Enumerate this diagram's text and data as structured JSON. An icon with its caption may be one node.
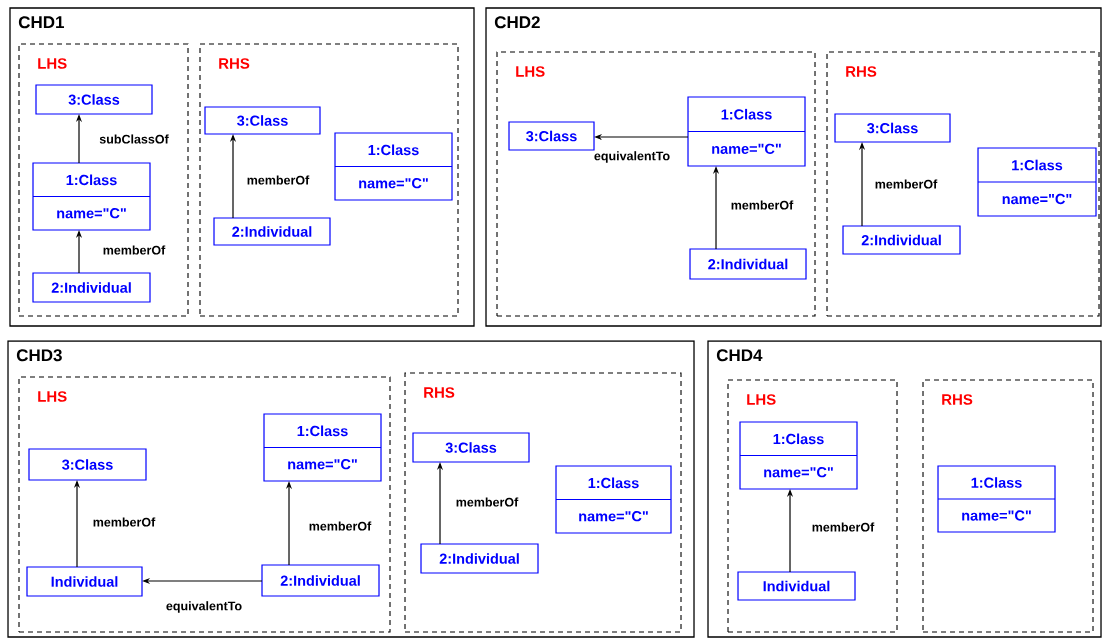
{
  "diagram": {
    "nodes": [
      {
        "text": [
          "CHD1"
        ]
      },
      {
        "text": [
          "LHS"
        ],
        "in": 0
      },
      {
        "text": [
          "3:Class"
        ],
        "in": 1
      },
      {
        "text": [
          "1:Class",
          "name=\"C\""
        ],
        "in": 1
      },
      {
        "text": [
          "2:Individual"
        ],
        "in": 1
      },
      {
        "text": [
          "RHS"
        ],
        "in": 0
      },
      {
        "text": [
          "3:Class"
        ],
        "in": 5
      },
      {
        "text": [
          "1:Class",
          "name=\"C\""
        ],
        "in": 5
      },
      {
        "text": [
          "2:Individual"
        ],
        "in": 5
      },
      {
        "text": [
          "CHD2"
        ]
      },
      {
        "text": [
          "LHS"
        ],
        "in": 9
      },
      {
        "text": [
          "3:Class"
        ],
        "in": 10
      },
      {
        "text": [
          "1:Class",
          "name=\"C\""
        ],
        "in": 10
      },
      {
        "text": [
          "2:Individual"
        ],
        "in": 10
      },
      {
        "text": [
          "RHS"
        ],
        "in": 9
      },
      {
        "text": [
          "3:Class"
        ],
        "in": 14
      },
      {
        "text": [
          "1:Class",
          "name=\"C\""
        ],
        "in": 14
      },
      {
        "text": [
          "2:Individual"
        ],
        "in": 14
      },
      {
        "text": [
          "CHD3"
        ]
      },
      {
        "text": [
          "LHS"
        ],
        "in": 18
      },
      {
        "text": [
          "3:Class"
        ],
        "in": 19
      },
      {
        "text": [
          "1:Class",
          "name=\"C\""
        ],
        "in": 19
      },
      {
        "text": [
          "Individual"
        ],
        "in": 19
      },
      {
        "text": [
          "2:Individual"
        ],
        "in": 19
      },
      {
        "text": [
          "RHS"
        ],
        "in": 18
      },
      {
        "text": [
          "3:Class"
        ],
        "in": 24
      },
      {
        "text": [
          "1:Class",
          "name=\"C\""
        ],
        "in": 24
      },
      {
        "text": [
          "2:Individual"
        ],
        "in": 24
      },
      {
        "text": [
          "CHD4"
        ]
      },
      {
        "text": [
          "LHS"
        ],
        "in": 28
      },
      {
        "text": [
          "1:Class",
          "name=\"C\""
        ],
        "in": 29
      },
      {
        "text": [
          "Individual"
        ],
        "in": 29
      },
      {
        "text": [
          "RHS"
        ],
        "in": 28
      },
      {
        "text": [
          "1:Class",
          "name=\"C\""
        ],
        "in": 32
      }
    ],
    "edges": [
      {
        "from": 3,
        "to": 2,
        "arrow": "to",
        "label": "subClassOf"
      },
      {
        "from": 4,
        "to": 3,
        "arrow": "to",
        "label": "memberOf"
      },
      {
        "from": 8,
        "to": 6,
        "arrow": "to",
        "label": "memberOf"
      },
      {
        "from": 12,
        "to": 11,
        "arrow": "to",
        "label": "equivalentTo"
      },
      {
        "from": 13,
        "to": 12,
        "arrow": "to",
        "label": "memberOf"
      },
      {
        "from": 17,
        "to": 15,
        "arrow": "to",
        "label": "memberOf"
      },
      {
        "from": 22,
        "to": 20,
        "arrow": "to",
        "label": "memberOf"
      },
      {
        "from": 23,
        "to": 21,
        "arrow": "to",
        "label": "memberOf"
      },
      {
        "from": 23,
        "to": 22,
        "arrow": "to",
        "label": "equivalentTo"
      },
      {
        "from": 27,
        "to": 25,
        "arrow": "to",
        "label": "memberOf"
      },
      {
        "from": 31,
        "to": 30,
        "arrow": "to",
        "label": "memberOf"
      }
    ]
  }
}
